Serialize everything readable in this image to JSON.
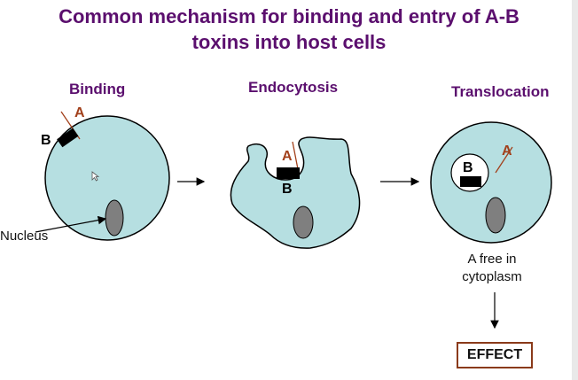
{
  "title_line1": "Common mechanism for binding and entry of A-B",
  "title_line2": "toxins into host cells",
  "stages": {
    "binding": "Binding",
    "endocytosis": "Endocytosis",
    "translocation": "Translocation"
  },
  "labels": {
    "a": "A",
    "b": "B",
    "nucleus": "Nucleus",
    "free_line1": "A free in",
    "free_line2": "cytoplasm",
    "effect": "EFFECT"
  },
  "colors": {
    "title": "#5b0f6e",
    "cell_fill": "#b6dfe1",
    "nucleus_fill": "#7f7f7f",
    "a_subunit": "#a2401b",
    "b_subunit": "#000000"
  }
}
